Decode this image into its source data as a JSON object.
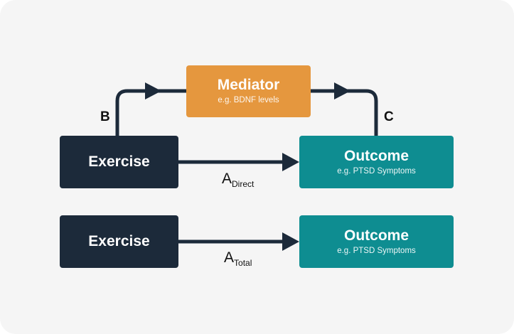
{
  "nodes": {
    "mediator": {
      "title": "Mediator",
      "subtitle": "e.g. BDNF levels"
    },
    "exercise_top": {
      "title": "Exercise"
    },
    "outcome_top": {
      "title": "Outcome",
      "subtitle": "e.g. PTSD Symptoms"
    },
    "exercise_bottom": {
      "title": "Exercise"
    },
    "outcome_bottom": {
      "title": "Outcome",
      "subtitle": "e.g. PTSD Symptoms"
    }
  },
  "edges": {
    "b_label": "B",
    "c_label": "C",
    "direct": {
      "main": "A",
      "sub": "Direct"
    },
    "total": {
      "main": "A",
      "sub": "Total"
    }
  },
  "colors": {
    "background": "#f5f5f5",
    "mediator": "#e5973e",
    "exercise": "#1c2a3a",
    "outcome": "#0e8d91",
    "connector": "#1c2a3a"
  }
}
